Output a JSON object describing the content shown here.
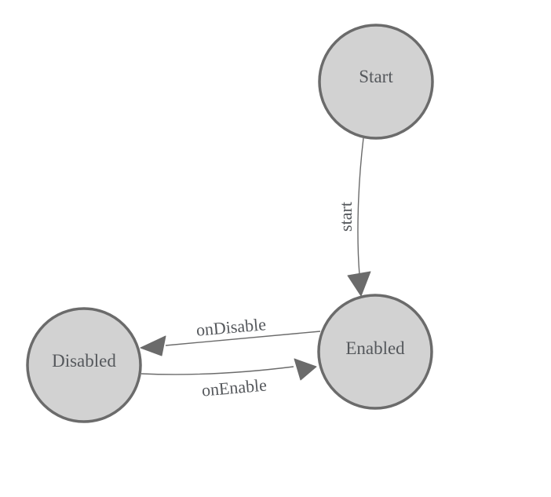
{
  "diagram": {
    "type": "state-machine",
    "background_color": "#ffffff",
    "node_fill_color": "#d2d2d2",
    "node_border_color": "#6b6b6b",
    "edge_color": "#6b6b6b",
    "arrowhead_color": "#6b6b6b",
    "text_color": "#55585c",
    "nodes": [
      {
        "label": "Start"
      },
      {
        "label": "Enabled"
      },
      {
        "label": "Disabled"
      }
    ],
    "edges": [
      {
        "from": "Start",
        "to": "Enabled",
        "label": "start"
      },
      {
        "from": "Enabled",
        "to": "Disabled",
        "label": "onDisable"
      },
      {
        "from": "Disabled",
        "to": "Enabled",
        "label": "onEnable"
      }
    ]
  }
}
